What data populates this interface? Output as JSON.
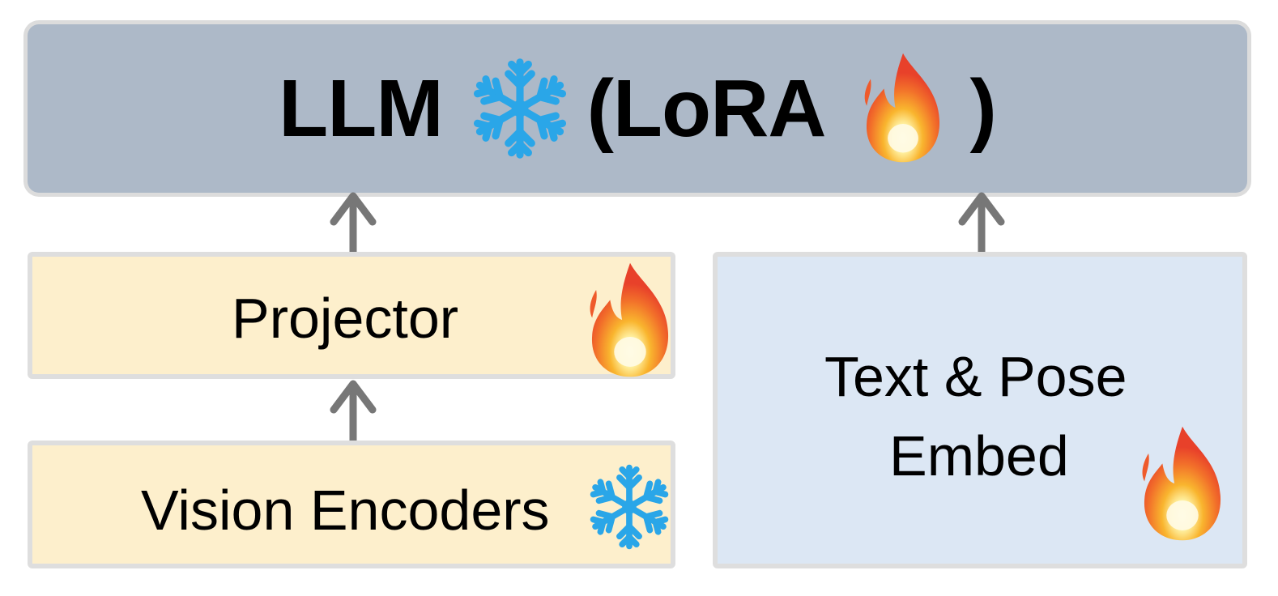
{
  "llm": {
    "label": "LLM",
    "lora_open": "(LoRA",
    "lora_close": ")"
  },
  "projector": {
    "label": "Projector"
  },
  "vision_encoders": {
    "label": "Vision Encoders"
  },
  "text_pose": {
    "line1": "Text & Pose",
    "line2": "Embed"
  },
  "icons": {
    "llm_status": "snowflake-icon",
    "lora_status": "fire-icon",
    "projector_status": "fire-icon",
    "vision_status": "snowflake-icon",
    "text_pose_status": "fire-icon"
  },
  "colors": {
    "llm_bg": "#adb9c8",
    "encoder_bg": "#fdefcc",
    "embed_bg": "#dce7f4",
    "arrow": "#777777",
    "snowflake": "#2aa6e8",
    "fire_outer": "#ee5b2c",
    "fire_mid": "#f7a825",
    "fire_core": "#fff4c2"
  }
}
